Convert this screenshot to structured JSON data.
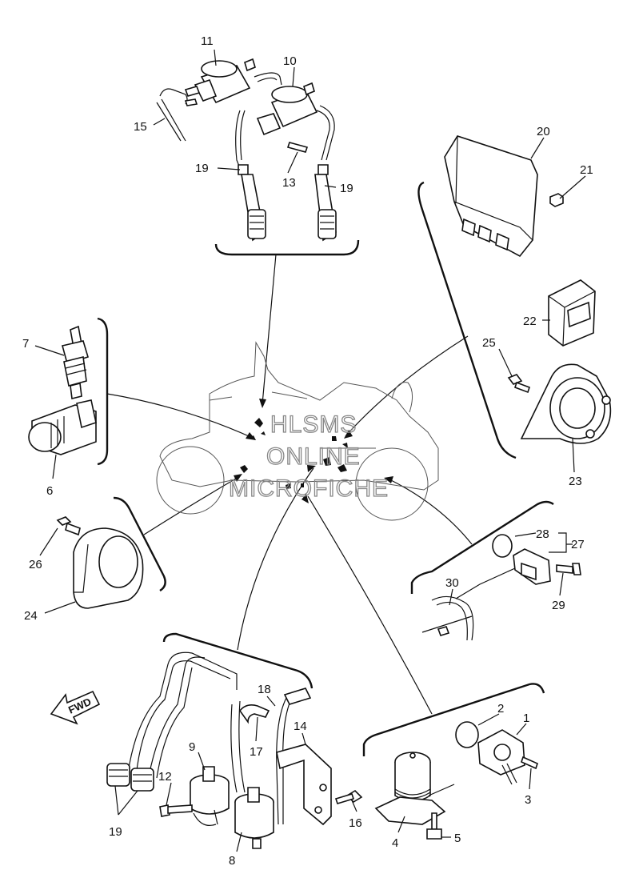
{
  "labels": {
    "l1": "1",
    "l2": "2",
    "l3": "3",
    "l4": "4",
    "l5": "5",
    "l6": "6",
    "l7": "7",
    "l8": "8",
    "l9": "9",
    "l10": "10",
    "l11": "11",
    "l12": "12",
    "l13": "13",
    "l14": "14",
    "l15": "15",
    "l16": "16",
    "l17": "17",
    "l18": "18",
    "l19a": "19",
    "l19b": "19",
    "l19c": "19",
    "l20": "20",
    "l21": "21",
    "l22": "22",
    "l23": "23",
    "l24": "24",
    "l25": "25",
    "l26": "26",
    "l27": "27",
    "l28": "28",
    "l29": "29",
    "l30": "30"
  },
  "watermark": {
    "line1": "HLSMS",
    "line2": "ONLINE",
    "line3": "MICROFICHE"
  },
  "fwd": "FWD"
}
